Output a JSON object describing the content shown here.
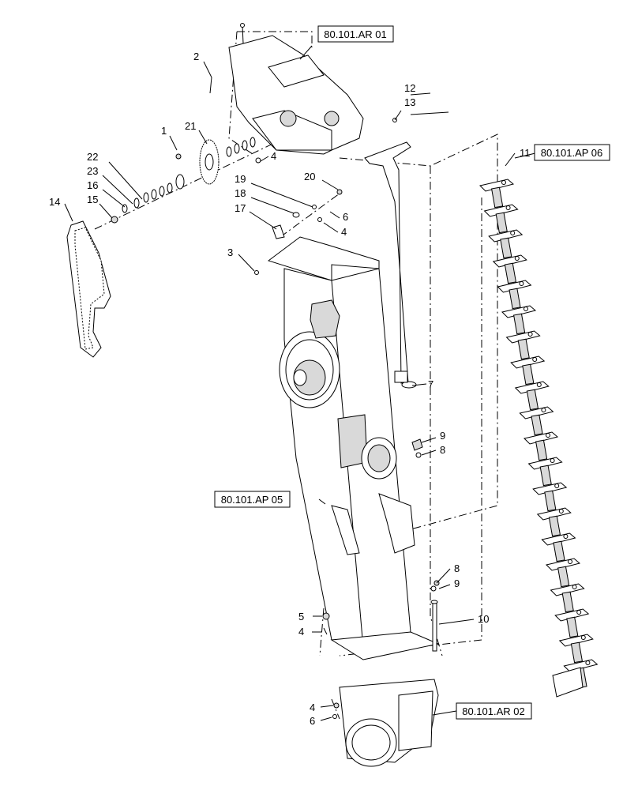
{
  "reference_boxes": [
    {
      "id": "ar01",
      "label": "80.101.AR 01"
    },
    {
      "id": "ap06",
      "label": "80.101.AP 06"
    },
    {
      "id": "ap05",
      "label": "80.101.AP 05"
    },
    {
      "id": "ar02",
      "label": "80.101.AR 02"
    }
  ],
  "callouts": [
    {
      "id": "c2",
      "label": "2"
    },
    {
      "id": "c1",
      "label": "1"
    },
    {
      "id": "c21",
      "label": "21"
    },
    {
      "id": "c4a",
      "label": "4"
    },
    {
      "id": "c22",
      "label": "22"
    },
    {
      "id": "c23",
      "label": "23"
    },
    {
      "id": "c16",
      "label": "16"
    },
    {
      "id": "c15",
      "label": "15"
    },
    {
      "id": "c14",
      "label": "14"
    },
    {
      "id": "c19",
      "label": "19"
    },
    {
      "id": "c20",
      "label": "20"
    },
    {
      "id": "c18",
      "label": "18"
    },
    {
      "id": "c6a",
      "label": "6"
    },
    {
      "id": "c17",
      "label": "17"
    },
    {
      "id": "c4b",
      "label": "4"
    },
    {
      "id": "c3",
      "label": "3"
    },
    {
      "id": "c12",
      "label": "12"
    },
    {
      "id": "c13",
      "label": "13"
    },
    {
      "id": "c11",
      "label": "11"
    },
    {
      "id": "c7",
      "label": "7"
    },
    {
      "id": "c9a",
      "label": "9"
    },
    {
      "id": "c8a",
      "label": "8"
    },
    {
      "id": "c8b",
      "label": "8"
    },
    {
      "id": "c9b",
      "label": "9"
    },
    {
      "id": "c10",
      "label": "10"
    },
    {
      "id": "c5",
      "label": "5"
    },
    {
      "id": "c4c",
      "label": "4"
    },
    {
      "id": "c4d",
      "label": "4"
    },
    {
      "id": "c6b",
      "label": "6"
    }
  ]
}
